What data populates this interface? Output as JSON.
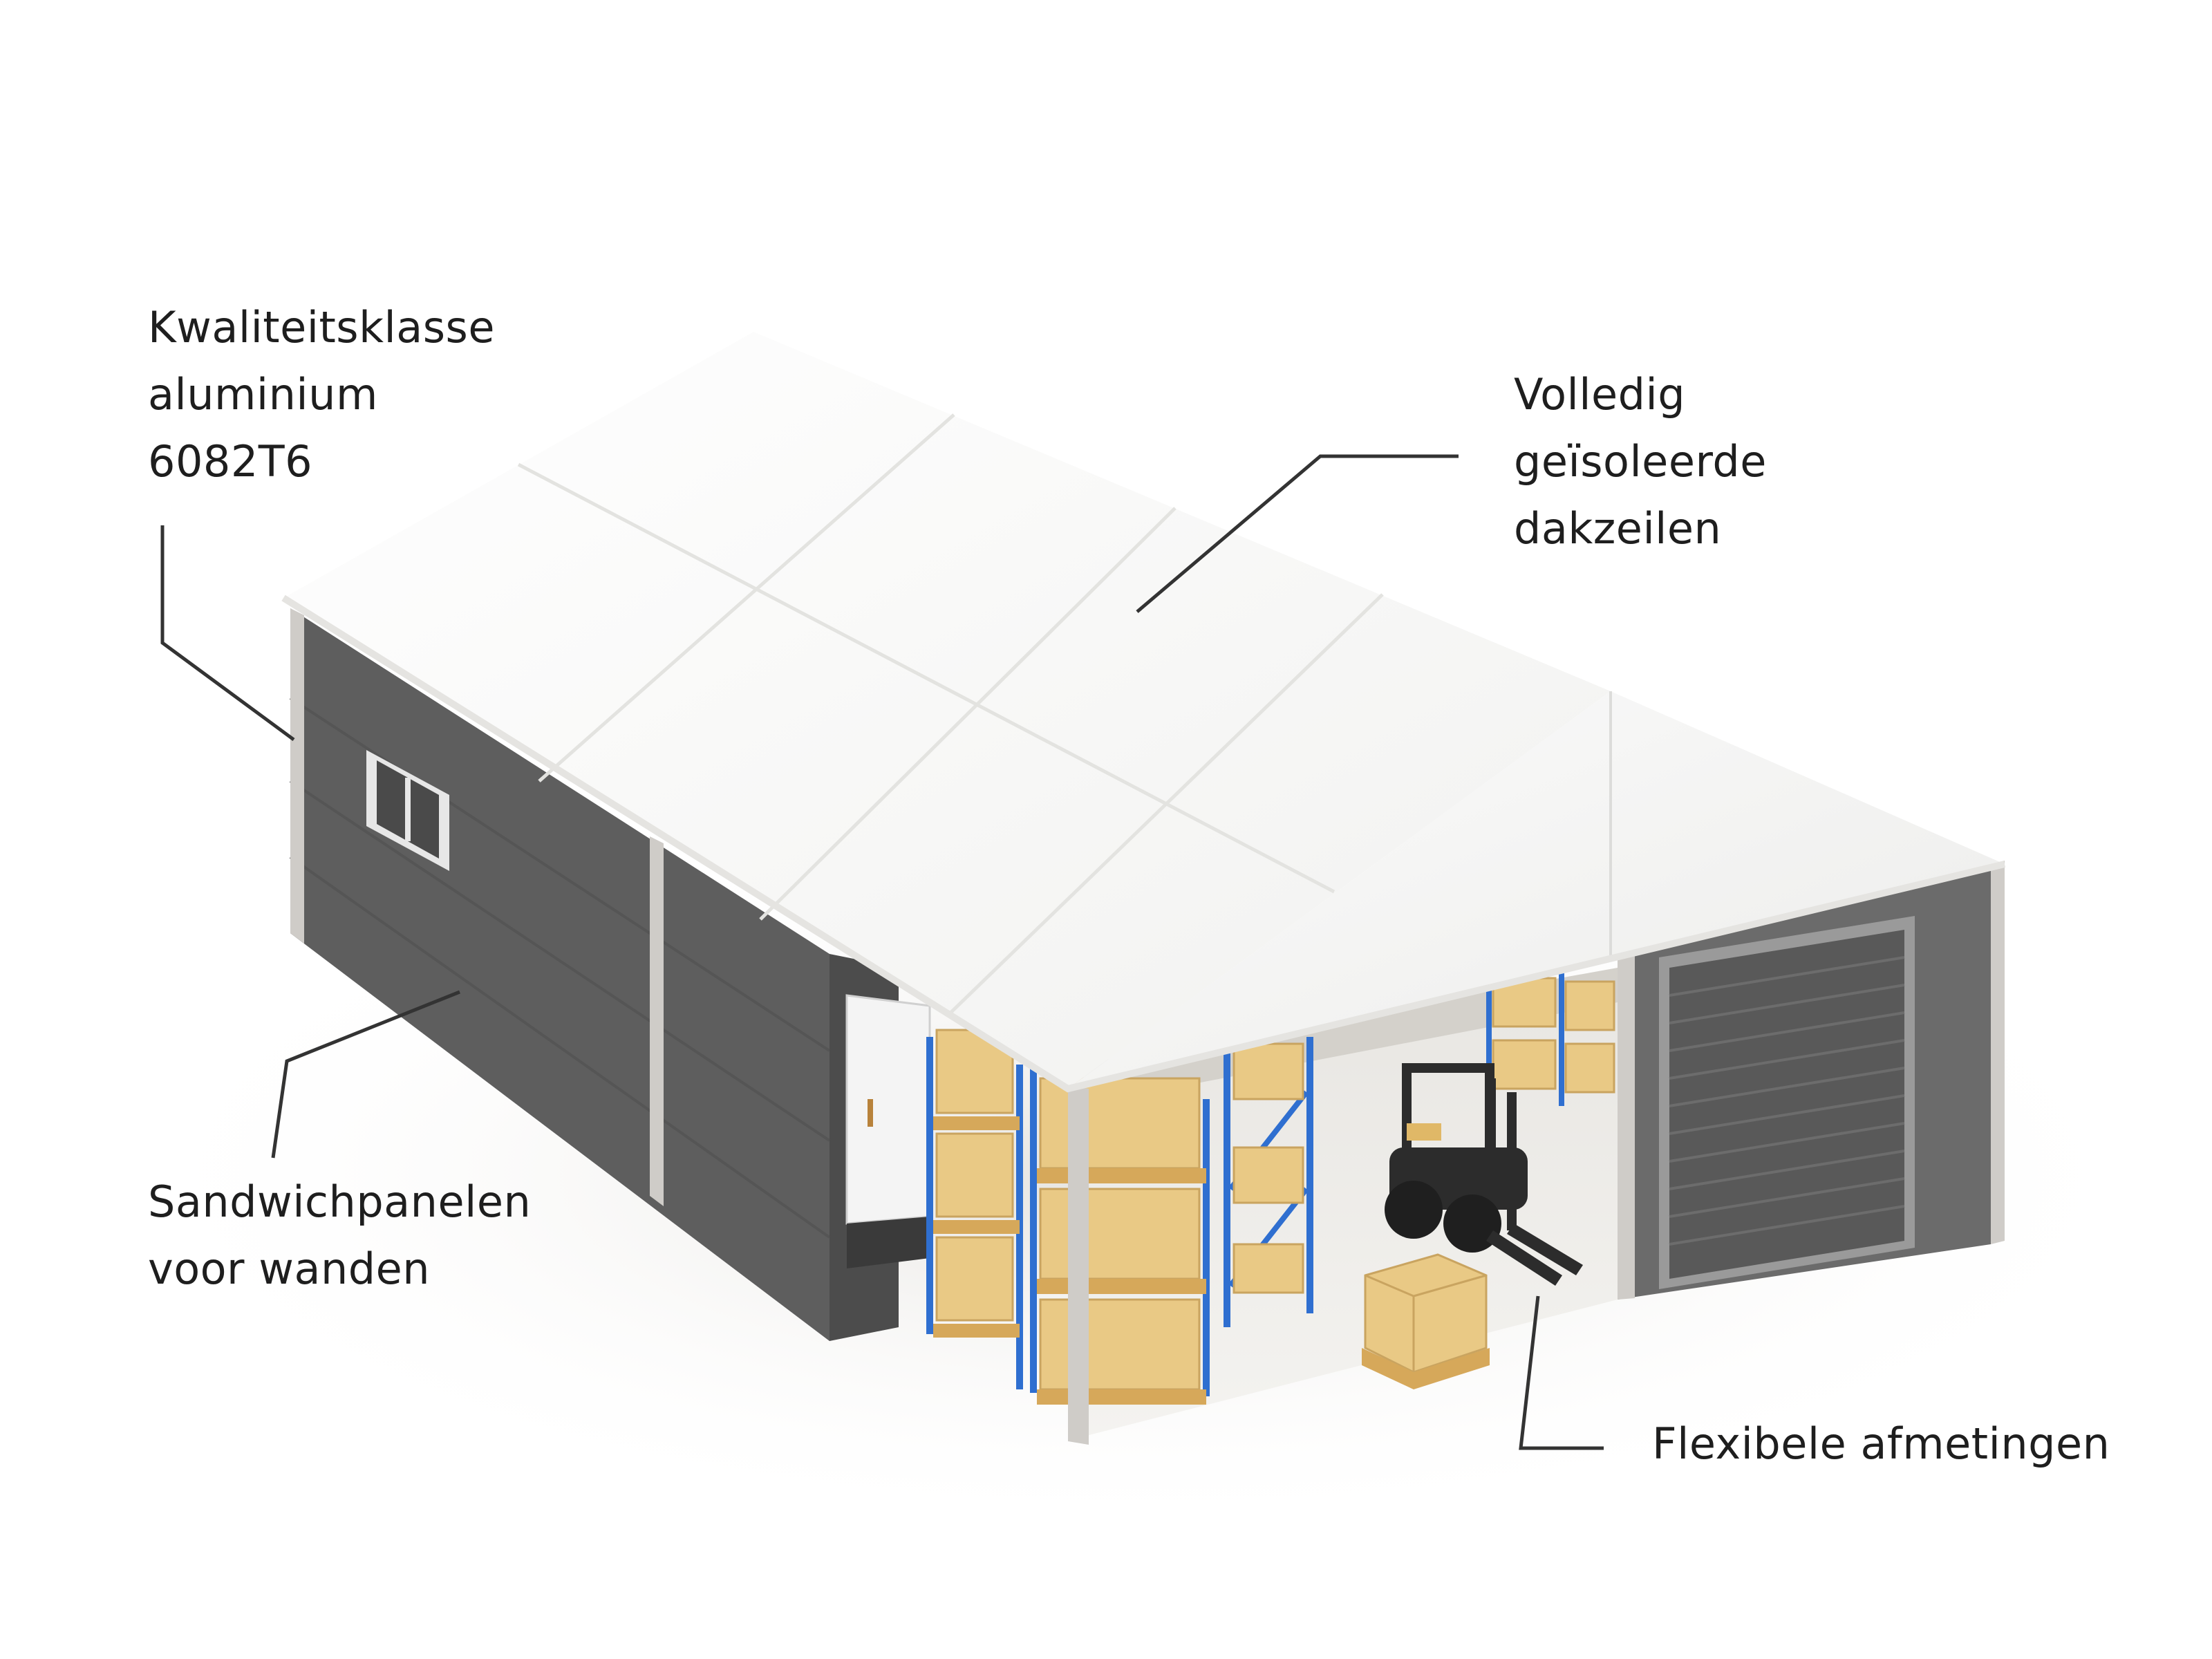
{
  "callouts": {
    "aluminium": {
      "lines": [
        "Kwaliteitsklasse",
        "aluminium",
        "6082T6"
      ]
    },
    "roof": {
      "lines": [
        "Volledig",
        "geïsoleerde",
        "dakzeilen"
      ]
    },
    "walls": {
      "lines": [
        "Sandwichpanelen",
        "voor wanden"
      ]
    },
    "dimensions": {
      "lines": [
        "Flexibele afmetingen"
      ]
    }
  },
  "colors": {
    "background": "#ffffff",
    "roof": "#f7f7f5",
    "wall_panel": "#5f5f5f",
    "frame": "#c9c6c2",
    "rack": "#2f6fd0",
    "box": "#e9c985",
    "pallet": "#d6a85a",
    "forklift": "#2c2c2c",
    "door": "#6a6a6a",
    "leader_line": "#333333"
  }
}
